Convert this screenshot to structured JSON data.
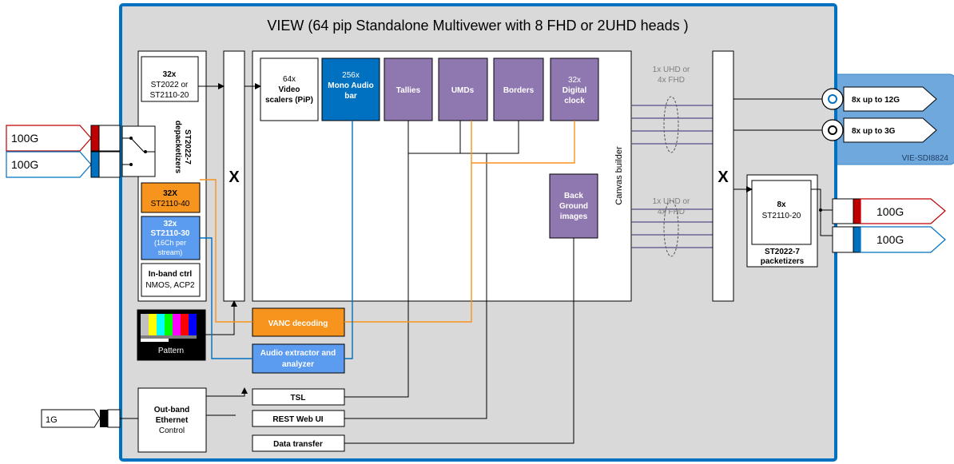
{
  "title": "VIEW (64 pip Standalone Multivewer with 8 FHD or 2UHD heads )",
  "product_label": "VIE-SDI8824",
  "inputs": {
    "port_a": "100G",
    "port_b": "100G",
    "mgmt_port": "1G"
  },
  "outputs": {
    "sdi_12g": "8x up to 12G",
    "sdi_3g": "8x up to 3G",
    "ip_a": "100G",
    "ip_b": "100G"
  },
  "depacketizer": {
    "st2022_count": "32x",
    "st2022_text1": "ST2022 or",
    "st2022_text2": "ST2110-20",
    "label1": "ST2022-7",
    "label2": "depacketizers",
    "anc_count": "32X",
    "anc_std": "ST2110-40",
    "audio_count": "32x",
    "audio_std": "ST2110-30",
    "audio_note1": "(16Ch per",
    "audio_note2": "stream)",
    "ctrl_title": "In-band ctrl",
    "ctrl_text": "NMOS, ACP2"
  },
  "crosspoint_symbol": "X",
  "canvas": {
    "label": "Canvas builder",
    "scalers_count": "64x",
    "scalers_title1": "Video",
    "scalers_title2": "scalers (PiP)",
    "audio_count": "256x",
    "audio_title1": "Mono Audio",
    "audio_title2": "bar",
    "tallies": "Tallies",
    "umds": "UMDs",
    "borders": "Borders",
    "clock_count": "32x",
    "clock_title1": "Digital",
    "clock_title2": "clock",
    "bg_line1": "Back",
    "bg_line2": "Ground",
    "bg_line3": "images"
  },
  "bus_labels": {
    "upper_line1": "1x UHD or",
    "upper_line2": "4x FHD",
    "lower_line1": "1x UHD or",
    "lower_line2": "4x FHD"
  },
  "pattern_label": "Pattern",
  "vanc_decoding": "VANC decoding",
  "audio_extractor_line1": "Audio extractor and",
  "audio_extractor_line2": "analyzer",
  "mgmt": {
    "title1": "Out-band",
    "title2": "Ethernet",
    "subtitle": "Control",
    "tsl": "TSL",
    "rest": "REST Web UI",
    "data_transfer": "Data transfer"
  },
  "packetizer": {
    "count": "8x",
    "std": "ST2110-20",
    "label1": "ST2022-7",
    "label2": "packetizers"
  },
  "colors": {
    "main_border": "#0070c0",
    "main_fill": "#d9d9d9",
    "dark_blue": "#0070c0",
    "light_blue": "#5b9bf0",
    "orange": "#f7941d",
    "purple": "#8f78b0",
    "red": "#c00000",
    "sdi_panel": "#6fa8dc"
  }
}
